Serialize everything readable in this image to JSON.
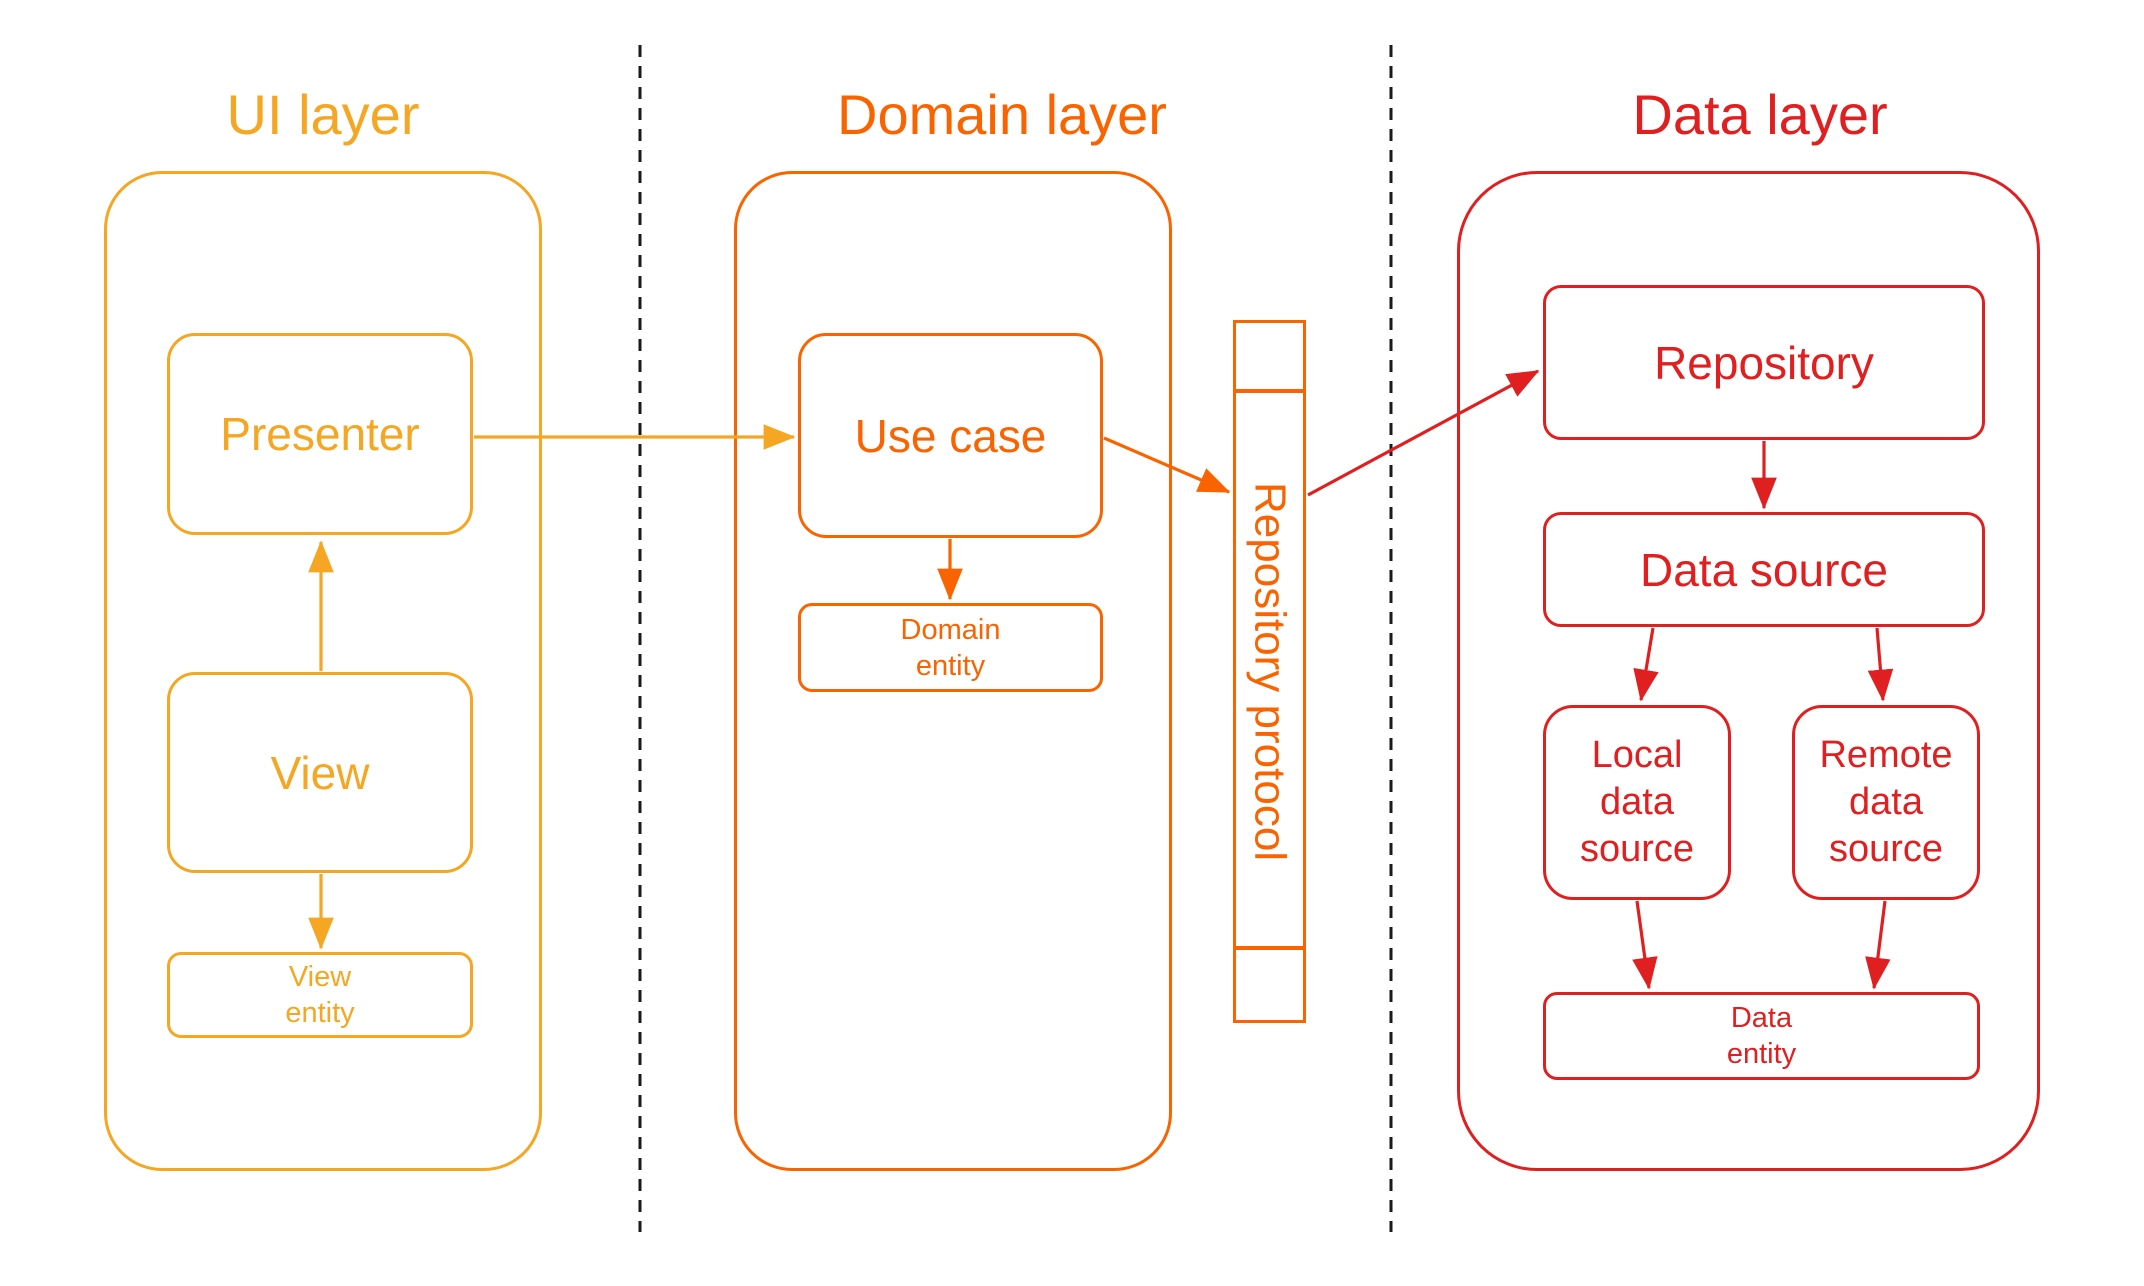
{
  "colors": {
    "ui_accent": "#F5A623",
    "domain_accent": "#FA6400",
    "data_accent": "#E02020",
    "separator": "#1A1A1A",
    "background": "#FFFFFF"
  },
  "ui_layer": {
    "title": "UI layer",
    "presenter_label": "Presenter",
    "view_label": "View",
    "view_entity": {
      "line1": "View",
      "line2": "entity"
    }
  },
  "domain_layer": {
    "title": "Domain layer",
    "use_case_label": "Use case",
    "domain_entity": {
      "line1": "Domain",
      "line2": "entity"
    }
  },
  "repository_protocol": {
    "label": "Repository protocol"
  },
  "data_layer": {
    "title": "Data layer",
    "repository_label": "Repository",
    "data_source_label": "Data source",
    "local_data_source": {
      "line1": "Local",
      "line2": "data",
      "line3": "source"
    },
    "remote_data_source": {
      "line1": "Remote",
      "line2": "data",
      "line3": "source"
    },
    "data_entity": {
      "line1": "Data",
      "line2": "entity"
    }
  }
}
